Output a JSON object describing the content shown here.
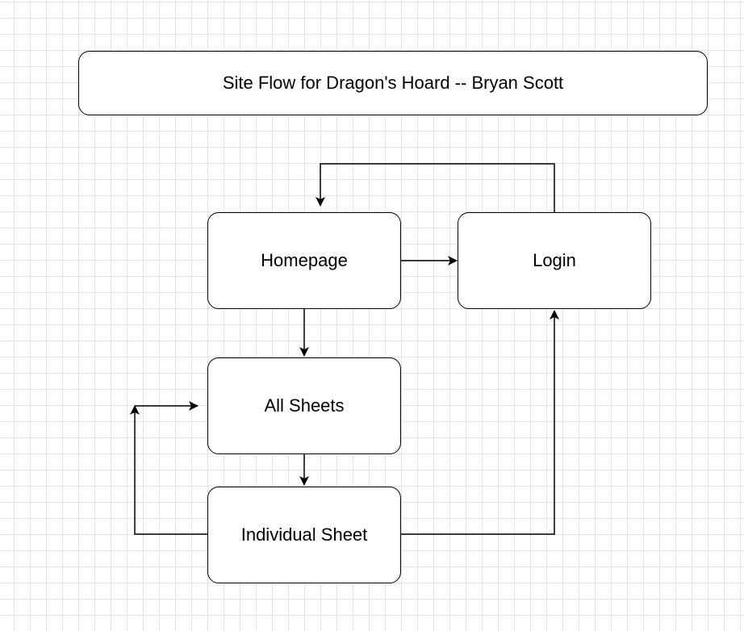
{
  "diagram": {
    "title": "Site Flow for Dragon's Hoard -- Bryan Scott",
    "nodes": {
      "homepage": "Homepage",
      "login": "Login",
      "all_sheets": "All Sheets",
      "individual_sheet": "Individual Sheet"
    },
    "edges": [
      {
        "from": "Homepage",
        "to": "Login"
      },
      {
        "from": "Login",
        "to": "Homepage"
      },
      {
        "from": "Homepage",
        "to": "All Sheets"
      },
      {
        "from": "All Sheets",
        "to": "Individual Sheet"
      },
      {
        "from": "Individual Sheet",
        "to": "All Sheets"
      },
      {
        "from": "Individual Sheet",
        "to": "Login"
      }
    ],
    "colors": {
      "stroke": "#000000",
      "grid": "#e3e3e3",
      "background": "#ffffff"
    }
  }
}
